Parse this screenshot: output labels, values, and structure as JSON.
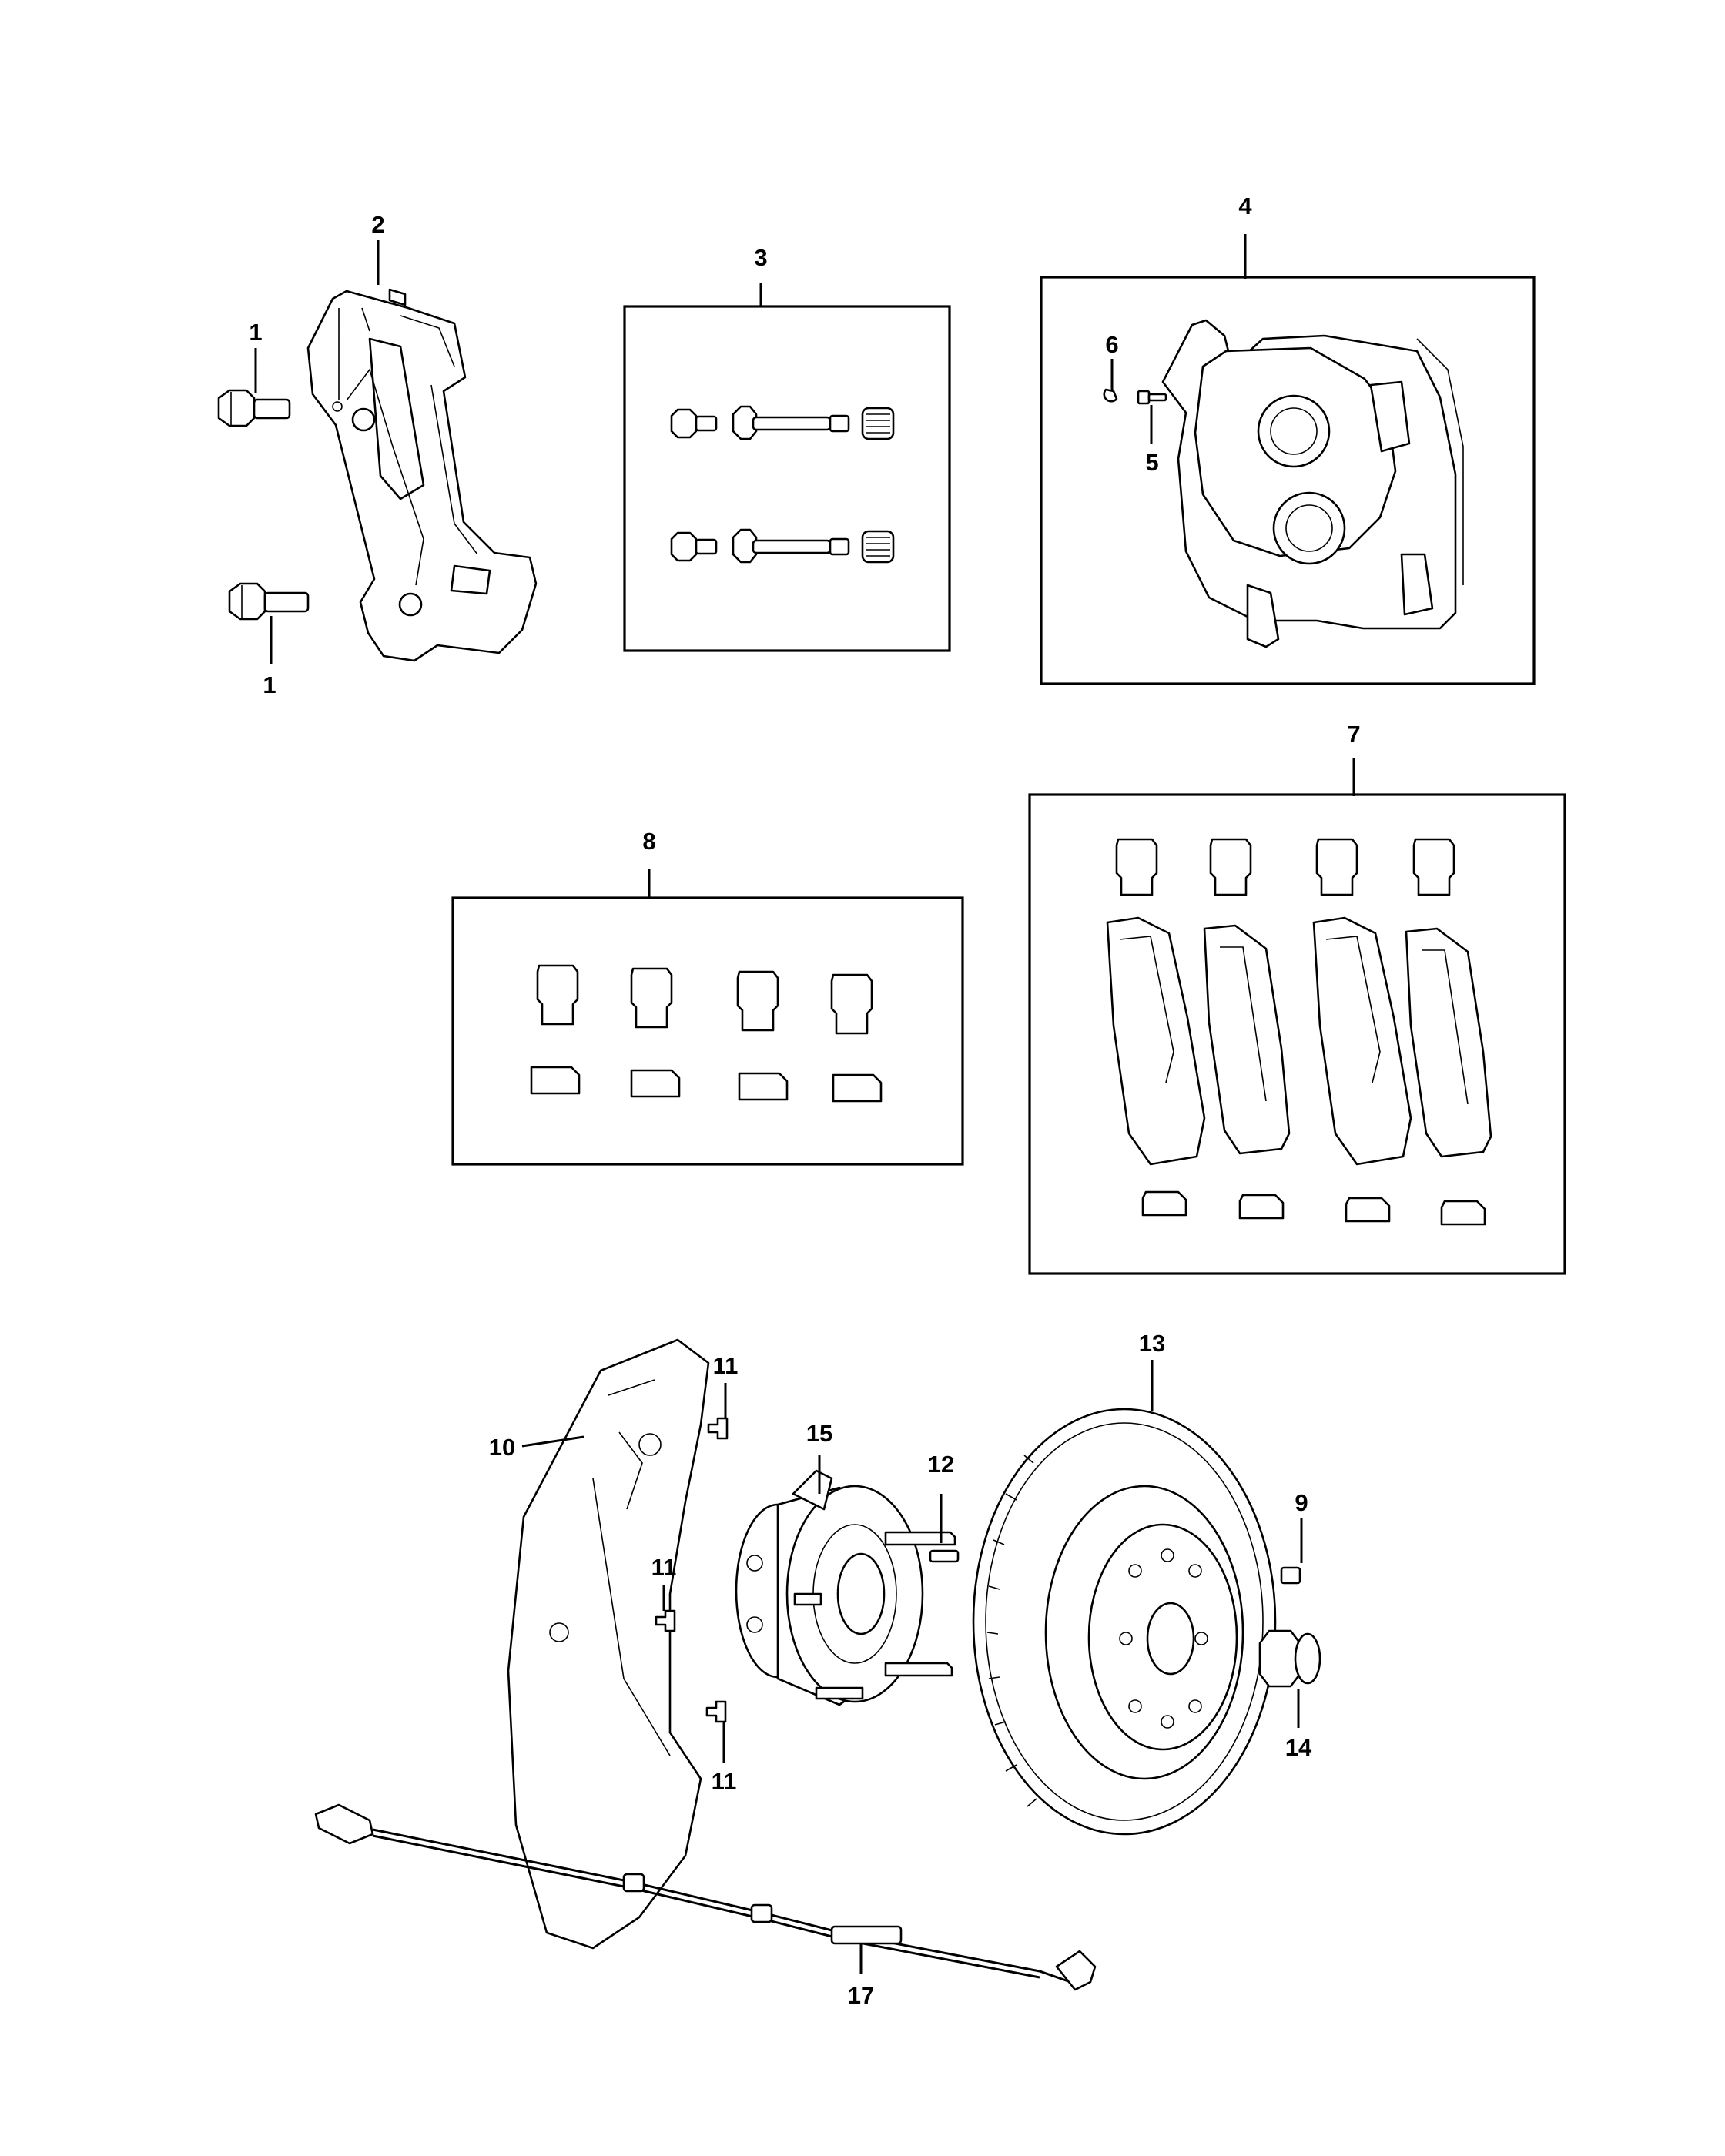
{
  "callouts": {
    "c1a": "1",
    "c1b": "1",
    "c2": "2",
    "c3": "3",
    "c4": "4",
    "c5": "5",
    "c6": "6",
    "c7": "7",
    "c8": "8",
    "c9": "9",
    "c10": "10",
    "c11a": "11",
    "c11b": "11",
    "c11c": "11",
    "c12": "12",
    "c13": "13",
    "c14": "14",
    "c15": "15",
    "c17": "17"
  }
}
